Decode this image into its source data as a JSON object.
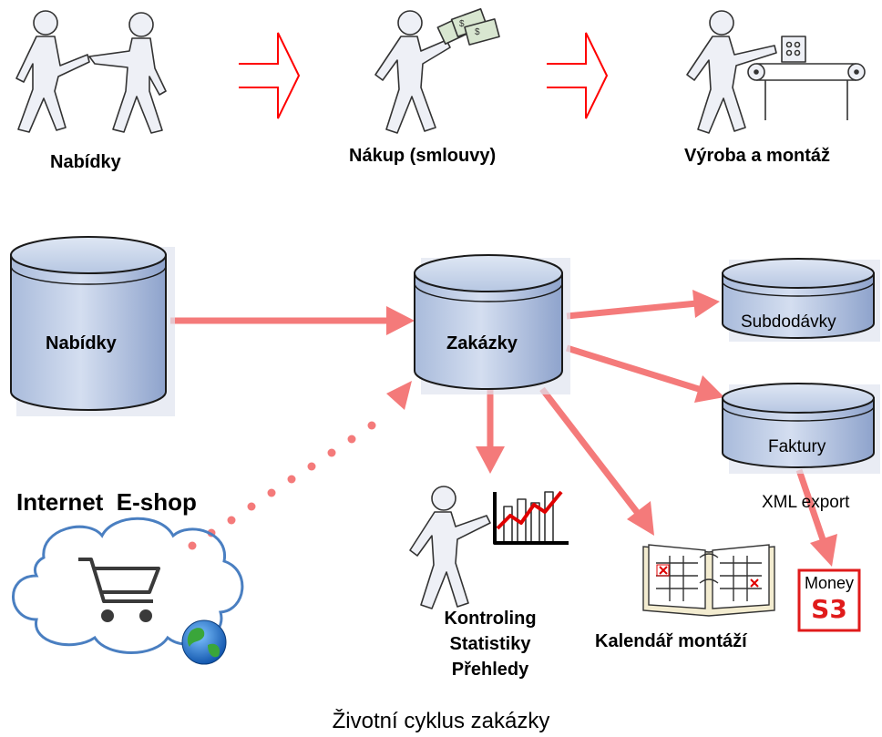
{
  "process_steps": [
    {
      "label": "Nabídky",
      "icon": "handshake-figures-icon"
    },
    {
      "label": "Nákup (smlouvy)",
      "icon": "person-with-money-icon"
    },
    {
      "label": "Výroba a montáž",
      "icon": "person-at-conveyor-icon"
    }
  ],
  "databases": {
    "nabidky": "Nabídky",
    "zakazky": "Zakázky",
    "subdodavky": "Subdodávky",
    "faktury": "Faktury"
  },
  "outputs": {
    "eshop_label": "Internet  E-shop",
    "kontroling": [
      "Kontroling",
      "Statistiky",
      "Přehledy"
    ],
    "kalendar": "Kalendář montáží",
    "xml_export": "XML export",
    "money_top": "Money",
    "money_bottom": "S3"
  },
  "caption": "Životní cyklus zakázky",
  "colors": {
    "flow_arrow": "#f47a7a",
    "process_arrow": "#ff0000",
    "db_fill_top": "#c9d6ea",
    "db_fill_bottom": "#98acd2",
    "cloud_stroke": "#4a7fc1",
    "money_red": "#e01b1b"
  }
}
